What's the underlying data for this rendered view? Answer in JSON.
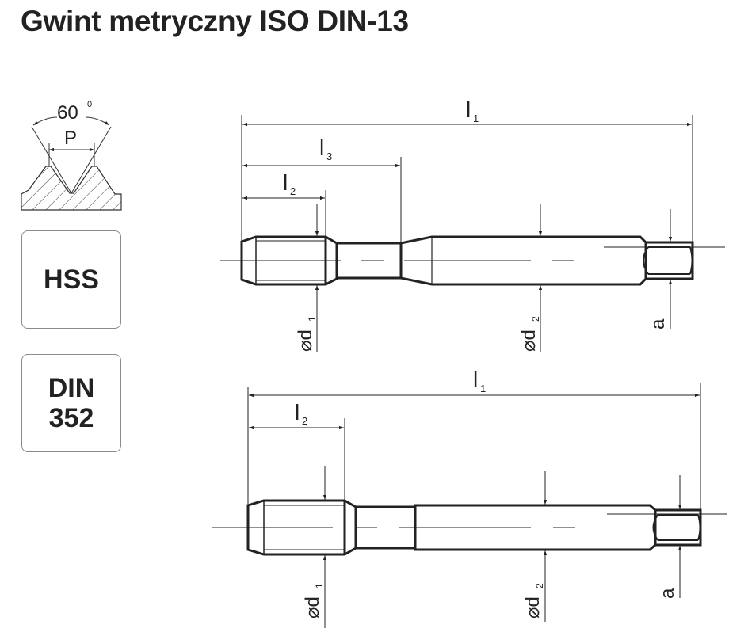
{
  "title": "Gwint metryczny ISO DIN-13",
  "thread_profile": {
    "angle_label": "60",
    "angle_unit": "0",
    "pitch_label": "P"
  },
  "badges": {
    "material": "HSS",
    "standard_line1": "DIN",
    "standard_line2": "352"
  },
  "drawing_top": {
    "dims": {
      "l1": {
        "base": "l",
        "sub": "1"
      },
      "l2": {
        "base": "l",
        "sub": "2"
      },
      "l3": {
        "base": "l",
        "sub": "3"
      },
      "d1": {
        "base": "⌀d",
        "sub": "1"
      },
      "d2": {
        "base": "⌀d",
        "sub": "2"
      },
      "a": {
        "base": "a"
      }
    }
  },
  "drawing_bottom": {
    "dims": {
      "l1": {
        "base": "l",
        "sub": "1"
      },
      "l2": {
        "base": "l",
        "sub": "2"
      },
      "d1": {
        "base": "⌀d",
        "sub": "1"
      },
      "d2": {
        "base": "⌀d",
        "sub": "2"
      },
      "a": {
        "base": "a"
      }
    }
  },
  "colors": {
    "ink": "#222222",
    "rule": "#d6d6d6",
    "badge_border": "#8a8a8a"
  }
}
